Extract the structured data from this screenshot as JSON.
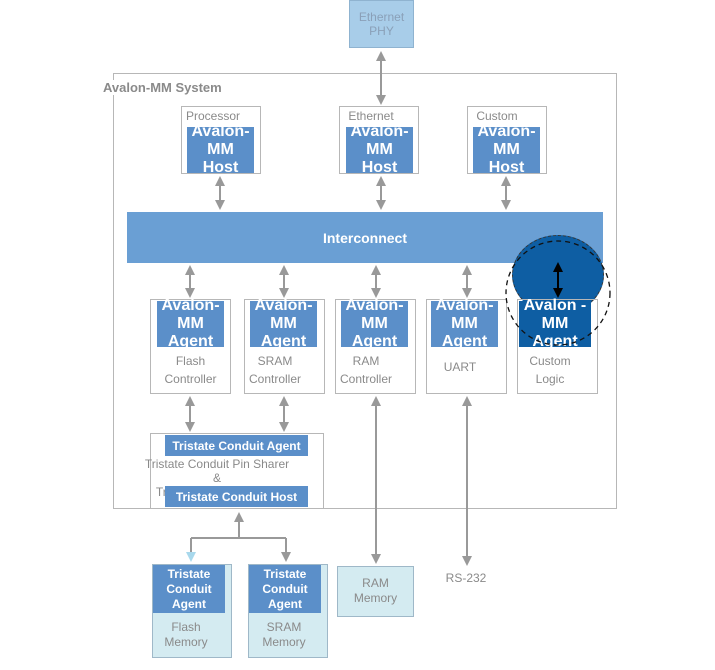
{
  "ethernet_phy": "Ethernet\nPHY",
  "system_title": "Avalon-MM System",
  "hosts": [
    {
      "caption": "Processor",
      "block": "Avalon-MM\nHost"
    },
    {
      "caption": "Ethernet MAC",
      "block": "Avalon-MM\nHost"
    },
    {
      "caption": "Custom Logic",
      "block": "Avalon-MM\nHost"
    }
  ],
  "interconnect": "Interconnect",
  "agents": [
    {
      "block": "Avalon-MM\nAgent",
      "caption": "Flash\nController"
    },
    {
      "block": "Avalon-MM\nAgent",
      "caption": "SRAM\nController"
    },
    {
      "block": "Avalon-MM\nAgent",
      "caption": "RAM\nController"
    },
    {
      "block": "Avalon-MM\nAgent",
      "caption": "UART"
    },
    {
      "block": "Avalon - MM\nAgent",
      "caption": "Custom\nLogic"
    }
  ],
  "tristate": {
    "agent": "Tristate Conduit Agent",
    "caption": "Tristate Conduit Pin Sharer &\nTristate Conduit Bridge",
    "host": "Tristate Conduit Host"
  },
  "memories": [
    {
      "block": "Tristate\nConduit\nAgent",
      "caption": "Flash\nMemory"
    },
    {
      "block": "Tristate\nConduit\nAgent",
      "caption": "SRAM\nMemory"
    }
  ],
  "ram_memory": "RAM\nMemory",
  "rs232": "RS-232",
  "colors": {
    "block_blue": "#5b8fc9",
    "interconnect": "#6a9fd4",
    "highlight": "#0e5ea3",
    "light_blue": "#d4ebf1",
    "arrow": "#999999"
  }
}
